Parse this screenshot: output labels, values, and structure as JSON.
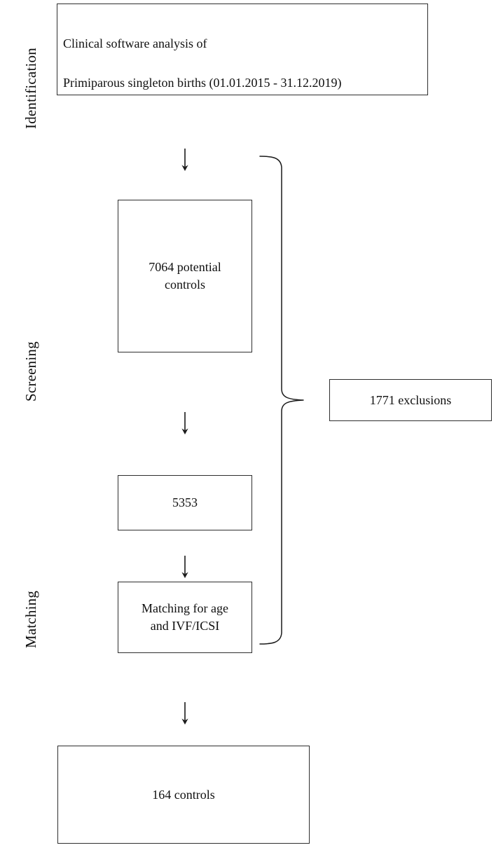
{
  "diagram": {
    "title_hidden": "",
    "stages": [
      {
        "id": "identification",
        "label": "Identification"
      },
      {
        "id": "screening",
        "label": "Screening"
      },
      {
        "id": "matching",
        "label": "Matching"
      }
    ],
    "boxes": [
      {
        "id": "identification-source",
        "lines": [
          "Clinical software analysis of",
          "Primiparous singleton births (01.01.2015 - 31.12.2019)"
        ]
      },
      {
        "id": "potential-controls",
        "lines": [
          "7064 potential",
          "controls"
        ]
      },
      {
        "id": "exclusions",
        "lines": [
          "1771 exclusions"
        ]
      },
      {
        "id": "remaining-count",
        "lines": [
          "5353"
        ]
      },
      {
        "id": "matching-criteria",
        "lines": [
          "Matching for age",
          "and IVF/ICSI"
        ]
      },
      {
        "id": "final-controls",
        "lines": [
          "164 controls"
        ]
      }
    ],
    "flow_counts": {
      "potential_controls": 7064,
      "exclusions": 1771,
      "after_exclusions": 5353,
      "final_controls": 164
    },
    "date_range": {
      "start": "01.01.2015",
      "end": "31.12.2019"
    },
    "colors": {
      "border": "#2e2e2e",
      "text": "#101010",
      "background": "#ffffff",
      "connector": "#1a1a1a"
    },
    "connectors": [
      {
        "id": "arrow-source-to-potential",
        "type": "arrow-down"
      },
      {
        "id": "arrow-potential-to-remaining",
        "type": "arrow-down"
      },
      {
        "id": "arrow-remaining-to-matching",
        "type": "arrow-down"
      },
      {
        "id": "arrow-matching-to-final",
        "type": "arrow-down"
      },
      {
        "id": "brace-to-exclusions",
        "type": "curly-brace-right"
      }
    ]
  }
}
